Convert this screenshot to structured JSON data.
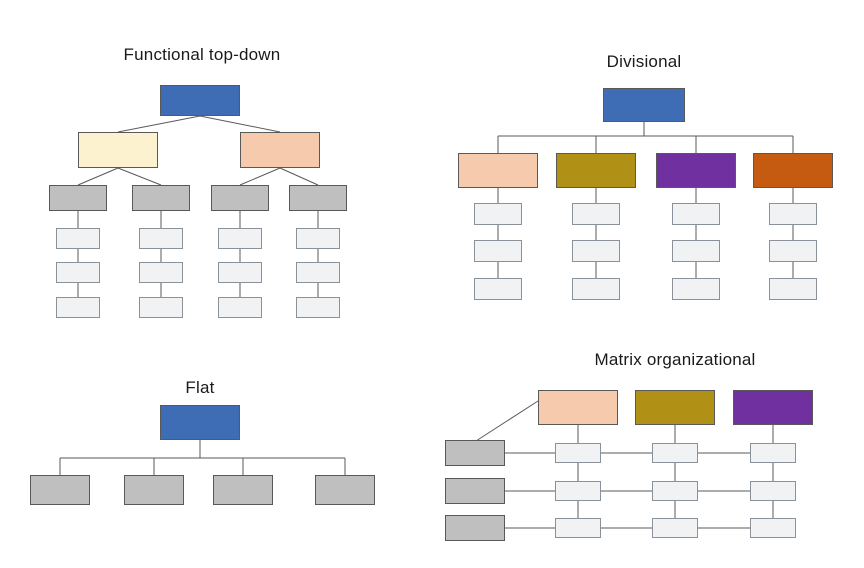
{
  "charts": {
    "functional": {
      "title": "Functional top-down"
    },
    "divisional": {
      "title": "Divisional"
    },
    "flat": {
      "title": "Flat"
    },
    "matrix": {
      "title": "Matrix organizational"
    }
  },
  "colors": {
    "page_bg": "#ffffff",
    "blue": "#3e6db5",
    "cream": "#fdf2cf",
    "peach": "#f6cbad",
    "gold": "#b19016",
    "purple": "#7030a0",
    "orange": "#c55a11",
    "gray": "#bfbfbf",
    "light": "#f0f2f4",
    "line": "#595959",
    "border": "#595959",
    "light_border": "#8a9199",
    "title_text": "#1a1a1a"
  }
}
